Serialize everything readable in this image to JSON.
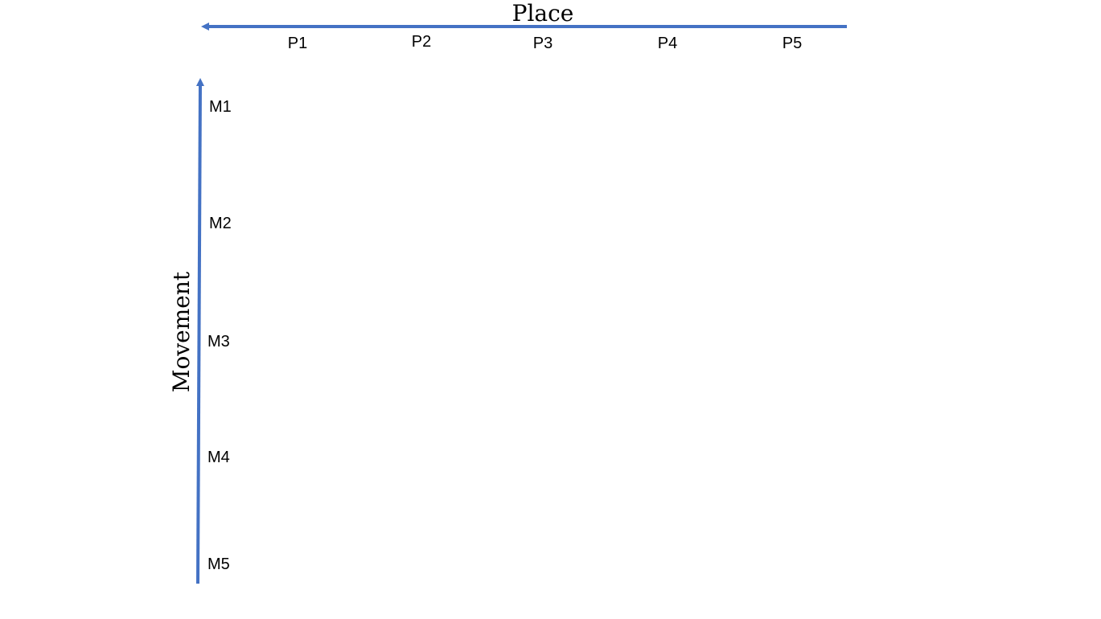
{
  "horizontal_axis": {
    "title": "Place",
    "labels": [
      "P1",
      "P2",
      "P3",
      "P4",
      "P5"
    ],
    "arrow_direction": "left"
  },
  "vertical_axis": {
    "title": "Movement",
    "labels": [
      "M1",
      "M2",
      "M3",
      "M4",
      "M5"
    ],
    "arrow_direction": "up"
  },
  "colors": {
    "arrow": "#4472C4",
    "text": "#000000",
    "background": "#FFFFFF"
  }
}
